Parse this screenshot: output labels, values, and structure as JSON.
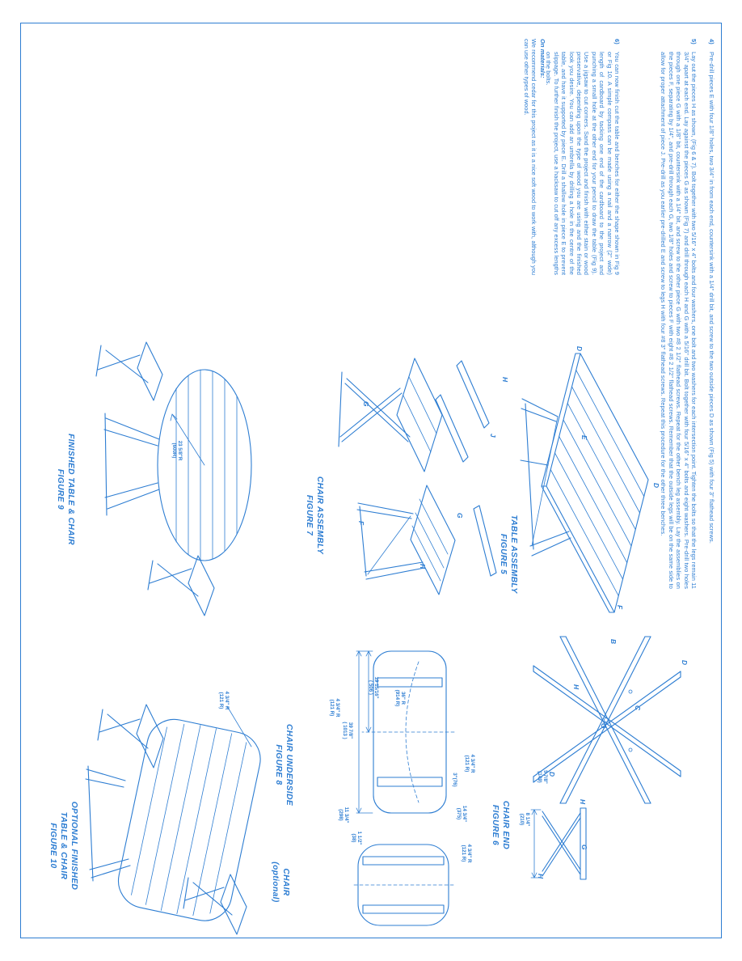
{
  "colors": {
    "ink": "#2d7dd2",
    "paper": "#ffffff"
  },
  "instructions": {
    "items": [
      {
        "num": "4)",
        "text": "Pre-drill pieces E with four 1/8\" holes, two 3/4\" in from each end, countersink with a 1/4\" drill bit, and screw to the two outside pieces D as shown (Fig 5) with four 3\" flathead screws."
      },
      {
        "num": "5)",
        "text": "Lay out the pieces H as shown, (Fig 6 & 7). Bolt together with two 5/16\" x 4\" bolts and four washers, one bolt and two washers for each intersection point. Tighten the bolts so that the legs remain 11 3/4\" apart at each end. Lay against the pieces G as shown (Fig 7) and drill through each H and G with a 5/16\" drill bit. Bolt together with four 5/16\" x 4\" bolts and eight washers. Pre-drill two holes through one piece G with a 1/8\" bit, countersink with a 1/4\" bit, and screw to the other piece G with two #8 2 1/2\" flathead screws. Repeat for the other bench leg assembly. Lay the assemblies on the pieces F, separating by 1/4\", and pre-drill through each G, two 1/8\" holes and screw to pieces F with eight #8 2 1/2\" flathead screws. Remember that the outside legs will be on the same side to allow for proper attachment of piece J. Pre-drill as you earlier pre-drilled E and screw to legs H with four #8 3\" flathead screws. Repeat this procedure for the other three benches."
      },
      {
        "num": "6)",
        "text": "You can now finish cut the table and benches for either the shape shown in Fig 9 or Fig 10. A simple compass can be made using a nail and a narrow (2\" wide) length of cardboard by tacking one end of the cardboard to the project and punching a small hole at the other end for your pencil to draw the table (Fig 9). Use a jigsaw to cut corners. Sand the project and finish with either stain or wood preservative, depending upon the type of wood you are using and the finished look you desire. You can add an umbrella by drilling a hole in the centre of the table, and have it supported by piece E. Drill a shallow hole in piece E to prevent slippage. To further finish the project, use a hacksaw to cut off any excess lengths on the bolts."
      }
    ],
    "materials_heading": "On materials:",
    "materials_text": "We recommend cedar for this project as it is a nice soft wood to work with, although you can use other types of wood."
  },
  "figures": {
    "fig5": {
      "title": "TABLE ASSEMBLY",
      "number": "FIGURE 5",
      "labels": {
        "l1": "D",
        "l2": "D",
        "l3": "E",
        "l4": "F",
        "l5": "D",
        "l6": "B",
        "l7": "C",
        "l8": "H",
        "l9": "G",
        "l10": "D"
      }
    },
    "fig6": {
      "title": "CHAIR END",
      "number": "FIGURE 6",
      "labels": {
        "l1": "H",
        "l2": "G",
        "l3": "H"
      },
      "dims": {
        "d1v": "5 7/8\"",
        "d1m": "(149)",
        "d2v": "8 1/4\"",
        "d2m": "(210)"
      }
    },
    "fig7": {
      "title": "CHAIR ASSEMBLY",
      "number": "FIGURE 7",
      "labels": {
        "l1": "H",
        "l2": "J",
        "l3": "G",
        "l4": "H",
        "l5": "F",
        "l6": "G"
      }
    },
    "fig8": {
      "title": "CHAIR UNDERSIDE",
      "number": "FIGURE 8",
      "dims": {
        "halfv": "19 15/16\"",
        "halfm": "( 506 )",
        "lenv": "39 7/8\"",
        "lenm": "( 1013 )",
        "radv": "36\" R",
        "radm": "(914 R)",
        "c1v": "4 3/4\" R",
        "c1m": "(121 R)",
        "c2v": "4 3/4\" R",
        "c2m": "(121 R)",
        "o1v": "11 3/4\"",
        "o1m": "(298)",
        "o2v": "1 1/2\"",
        "o2m": "(38)",
        "t1v": "14 3/4\"",
        "t1m": "(375)",
        "t2": "3\"(76)"
      }
    },
    "fig8b": {
      "title": "CHAIR",
      "number": "(optional)",
      "dims": {
        "rv": "4 3/4\" R",
        "rm": "(121 R)"
      }
    },
    "fig9": {
      "title": "FINISHED TABLE & CHAIR",
      "number": "FIGURE 9",
      "dims": {
        "rv": "23 5/8\"R",
        "rm": "(600R)"
      }
    },
    "fig10": {
      "title": "OPTIONAL FINISHED",
      "title2": "TABLE & CHAIR",
      "number": "FIGURE 10",
      "dims": {
        "rv": "4 3/4\" R",
        "rm": "(121 R)"
      }
    }
  }
}
